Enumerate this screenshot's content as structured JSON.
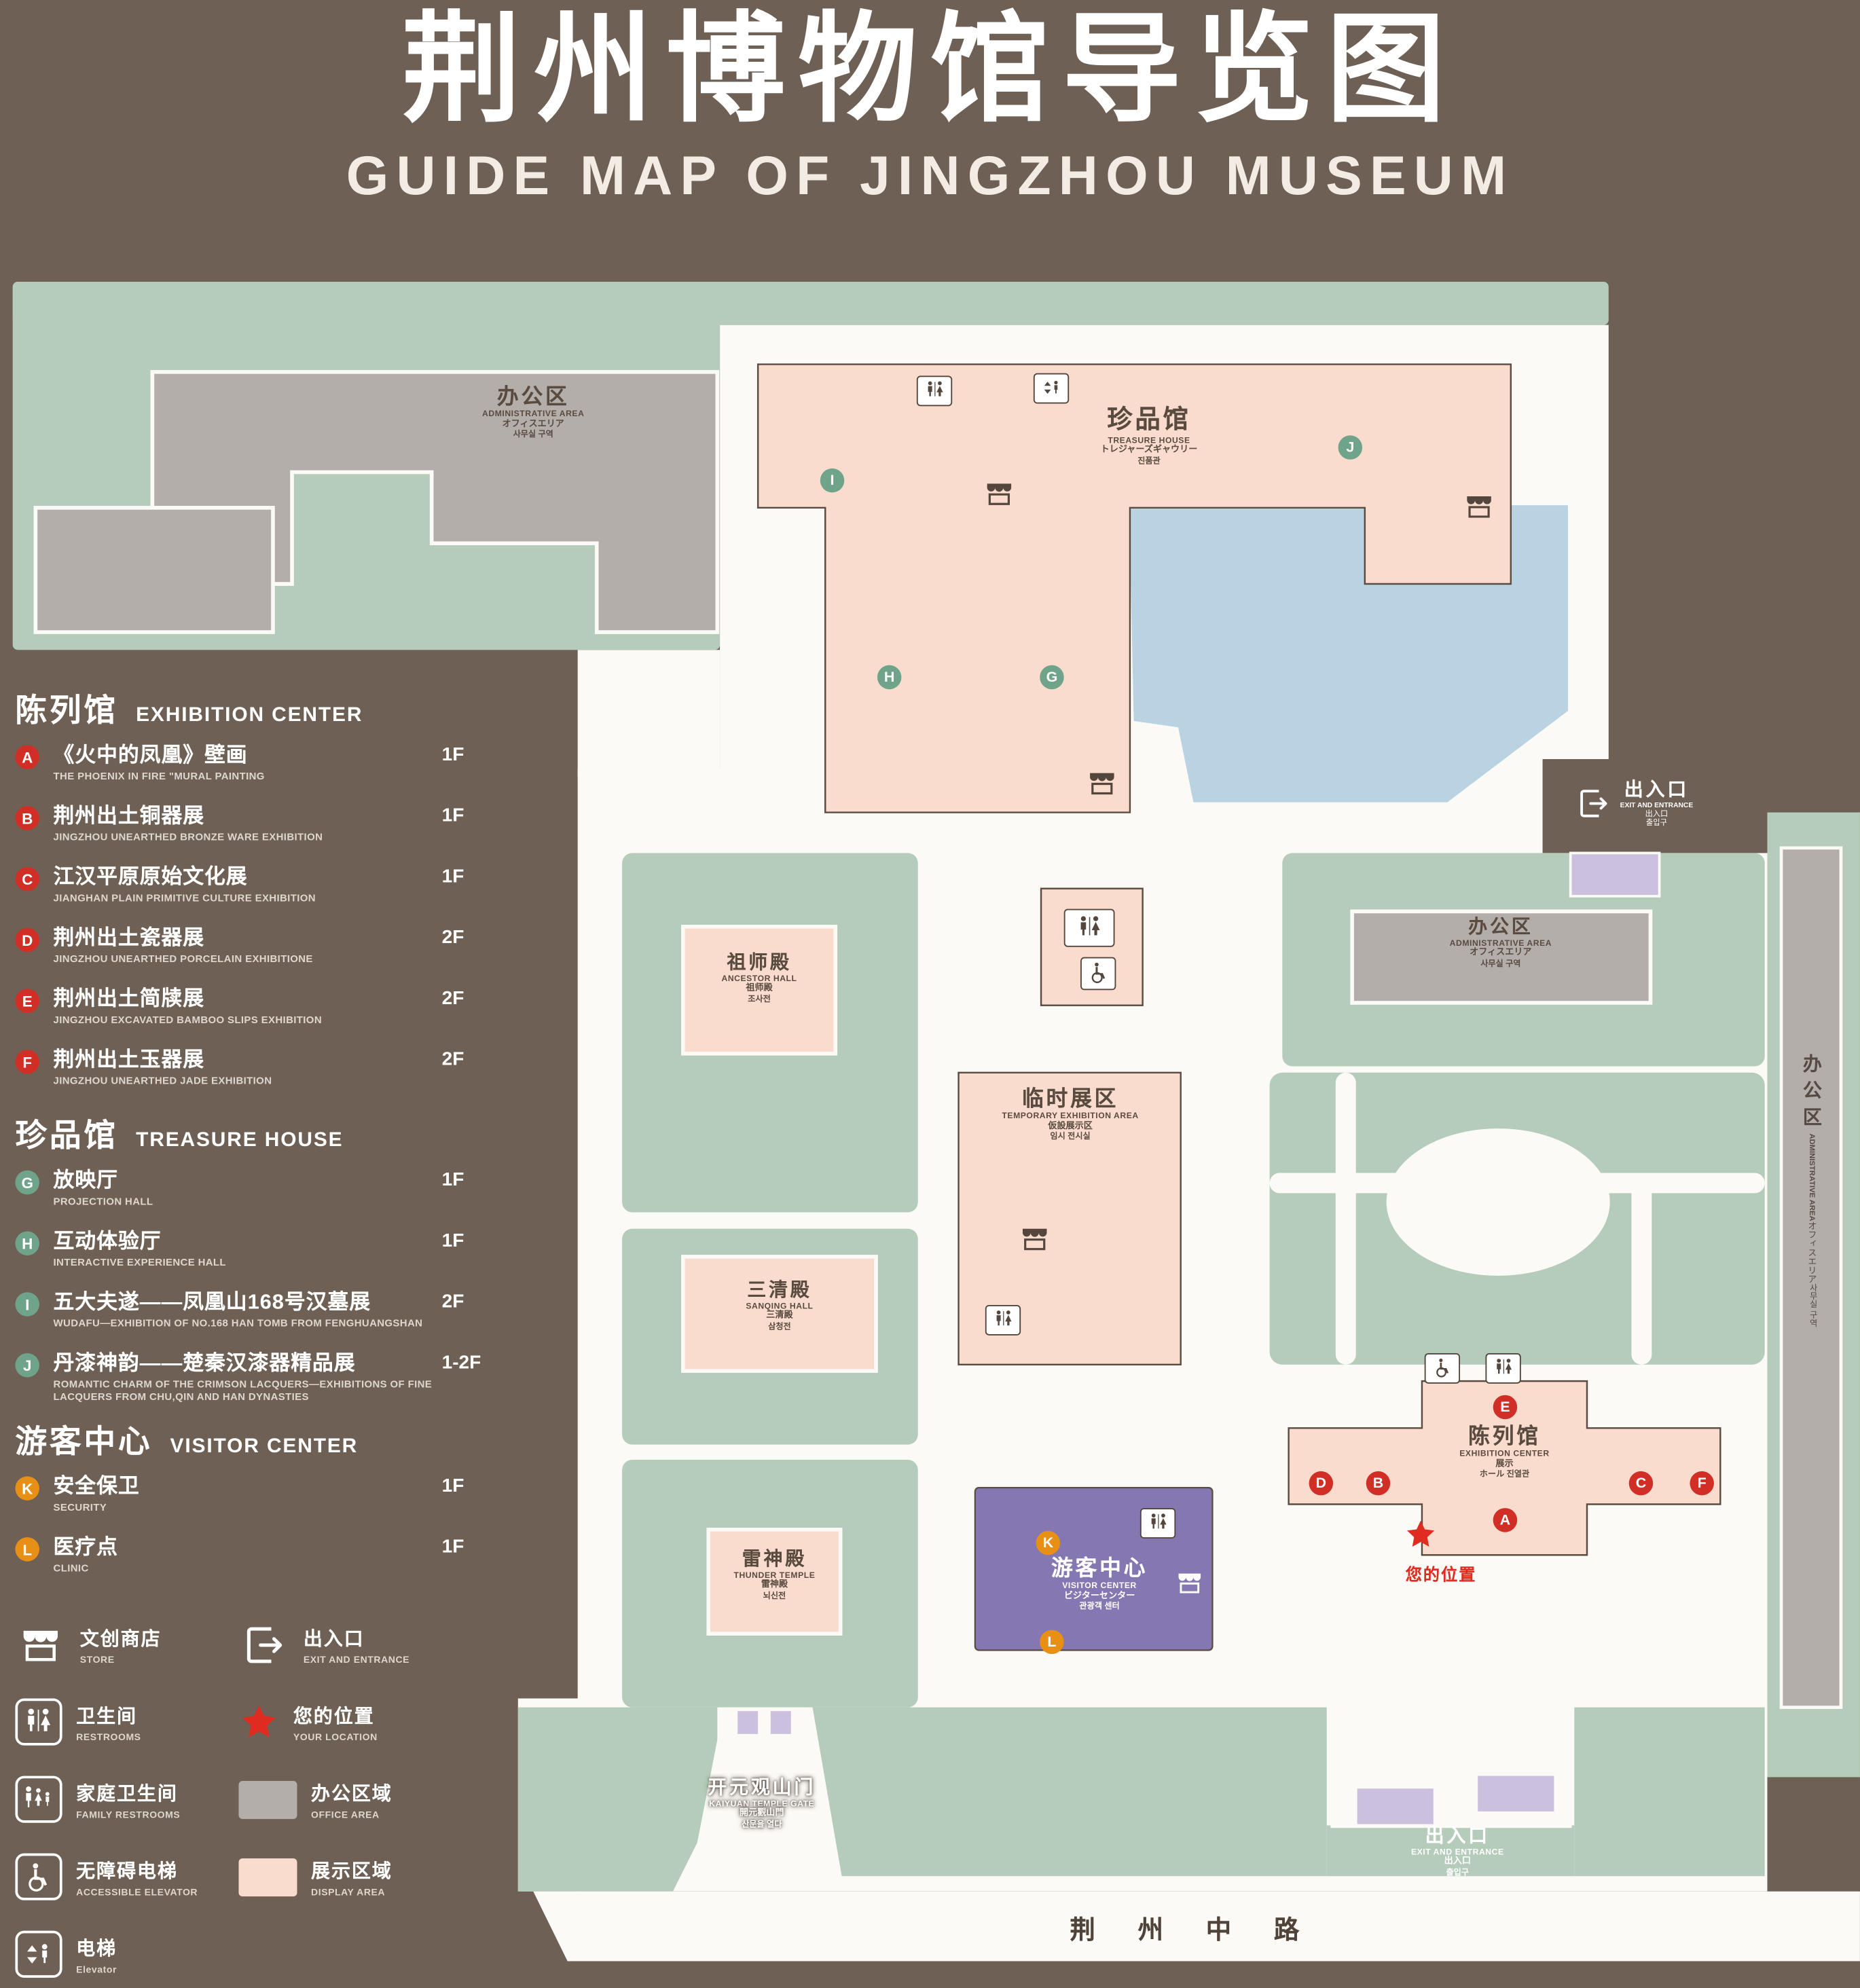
{
  "title": {
    "zh": "荆州博物馆导览图",
    "en": "GUIDE MAP OF JINGZHOU MUSEUM"
  },
  "legend": {
    "sections": [
      {
        "zh": "陈列馆",
        "en": "EXHIBITION CENTER",
        "items": [
          {
            "letter": "A",
            "zh": "《火中的凤凰》壁画",
            "en": "THE PHOENIX IN FIRE \"MURAL PAINTING",
            "floor": "1F"
          },
          {
            "letter": "B",
            "zh": "荆州出土铜器展",
            "en": "JINGZHOU UNEARTHED BRONZE WARE EXHIBITION",
            "floor": "1F"
          },
          {
            "letter": "C",
            "zh": "江汉平原原始文化展",
            "en": "JIANGHAN PLAIN PRIMITIVE CULTURE EXHIBITION",
            "floor": "1F"
          },
          {
            "letter": "D",
            "zh": "荆州出土瓷器展",
            "en": "JINGZHOU UNEARTHED PORCELAIN EXHIBITIONE",
            "floor": "2F"
          },
          {
            "letter": "E",
            "zh": "荆州出土简牍展",
            "en": "JINGZHOU EXCAVATED BAMBOO SLIPS EXHIBITION",
            "floor": "2F"
          },
          {
            "letter": "F",
            "zh": "荆州出土玉器展",
            "en": "JINGZHOU UNEARTHED JADE EXHIBITION",
            "floor": "2F"
          }
        ]
      },
      {
        "zh": "珍品馆",
        "en": "TREASURE HOUSE",
        "items": [
          {
            "letter": "G",
            "zh": "放映厅",
            "en": "PROJECTION HALL",
            "floor": "1F"
          },
          {
            "letter": "H",
            "zh": "互动体验厅",
            "en": "INTERACTIVE EXPERIENCE HALL",
            "floor": "1F"
          },
          {
            "letter": "I",
            "zh": "五大夫遂——凤凰山168号汉墓展",
            "en": "WUDAFU—EXHIBITION OF NO.168 HAN TOMB FROM FENGHUANGSHAN",
            "floor": "2F"
          },
          {
            "letter": "J",
            "zh": "丹漆神韵——楚秦汉漆器精品展",
            "en": "ROMANTIC CHARM OF THE CRIMSON LACQUERS—EXHIBITIONS OF FINE LACQUERS FROM CHU,QIN AND HAN DYNASTIES",
            "floor": "1-2F"
          }
        ]
      },
      {
        "zh": "游客中心",
        "en": "VISITOR CENTER",
        "items": [
          {
            "letter": "K",
            "zh": "安全保卫",
            "en": "SECURITY",
            "floor": "1F"
          },
          {
            "letter": "L",
            "zh": "医疗点",
            "en": "CLINIC",
            "floor": "1F"
          }
        ]
      }
    ],
    "symbols": {
      "store": {
        "zh": "文创商店",
        "en": "STORE"
      },
      "exit": {
        "zh": "出入口",
        "en": "EXIT AND ENTRANCE"
      },
      "restroom": {
        "zh": "卫生间",
        "en": "RESTROOMS"
      },
      "location": {
        "zh": "您的位置",
        "en": "YOUR LOCATION"
      },
      "family_restroom": {
        "zh": "家庭卫生间",
        "en": "FAMILY RESTROOMS"
      },
      "office_area": {
        "zh": "办公区域",
        "en": "OFFICE AREA"
      },
      "accessible_elevator": {
        "zh": "无障碍电梯",
        "en": "ACCESSIBLE ELEVATOR"
      },
      "display_area": {
        "zh": "展示区域",
        "en": "DISPLAY AREA"
      },
      "elevator": {
        "zh": "电梯",
        "en": "Elevator"
      }
    }
  },
  "map": {
    "labels": {
      "office_top": {
        "zh": "办公区",
        "en": "ADMINISTRATIVE AREA",
        "ja": "オフィスエリア",
        "ko": "사무실 구역"
      },
      "treasure": {
        "zh": "珍品馆",
        "en": "TREASURE HOUSE",
        "ja": "トレジャーズギャウリー",
        "ko": "진품관"
      },
      "exit_top": {
        "zh": "出入口",
        "en": "EXIT AND ENTRANCE",
        "ja": "出入口",
        "ko": "출입구"
      },
      "office_right": {
        "zh": "办公区",
        "en": "ADMINISTRATIVE AREA",
        "ja": "オフィスエリア",
        "ko": "사무실 구역"
      },
      "office_far_right": {
        "zh": "办公区",
        "en": "ADMINISTRATIVE AREA",
        "ja": "オフィスエリア",
        "ko": "사무실 구역"
      },
      "ancestor": {
        "zh": "祖师殿",
        "en": "ANCESTOR HALL",
        "ja": "祖师殿",
        "ko": "조사전"
      },
      "temporary": {
        "zh": "临时展区",
        "en": "TEMPORARY EXHIBITION AREA",
        "ja": "仮設展示区",
        "ko": "임시 전시실"
      },
      "sanqing": {
        "zh": "三清殿",
        "en": "SANQING HALL",
        "ja": "三清殿",
        "ko": "삼청전"
      },
      "thunder": {
        "zh": "雷神殿",
        "en": "THUNDER TEMPLE",
        "ja": "雷神殿",
        "ko": "뇌신전"
      },
      "visitor": {
        "zh": "游客中心",
        "en": "VISITOR CENTER",
        "ja": "ビジターセンター",
        "ko": "관광객 센터"
      },
      "exhibition": {
        "zh": "陈列馆",
        "en": "EXHIBITION CENTER",
        "ja": "展示",
        "ko": "ホール 진열관"
      },
      "gate": {
        "zh": "开元观山门",
        "en": "KAIYUAN TEMPLE GATE",
        "ja": "開元觀山門",
        "ko": "산문을 열다"
      },
      "exit_bottom": {
        "zh": "出入口",
        "en": "EXIT AND ENTRANCE",
        "ja": "出入口",
        "ko": "출입구"
      },
      "your_location": "您的位置",
      "road": "荆 州 中 路"
    },
    "markers": {
      "a": "A",
      "b": "B",
      "c": "C",
      "d": "D",
      "e": "E",
      "f": "F",
      "g": "G",
      "h": "H",
      "i": "I",
      "j": "J",
      "k": "K",
      "l": "L"
    }
  },
  "colors": {
    "background": "#6e6054",
    "green_area": "#b6ccba",
    "display_area": "#f9dccd",
    "office_area": "#b4aeab",
    "pond": "#b9d3e3",
    "visitor_center": "#8577b2",
    "light_purple": "#cbc0de",
    "accent_red": "#d12f26",
    "accent_green": "#6fa48b",
    "accent_orange": "#e89015"
  }
}
